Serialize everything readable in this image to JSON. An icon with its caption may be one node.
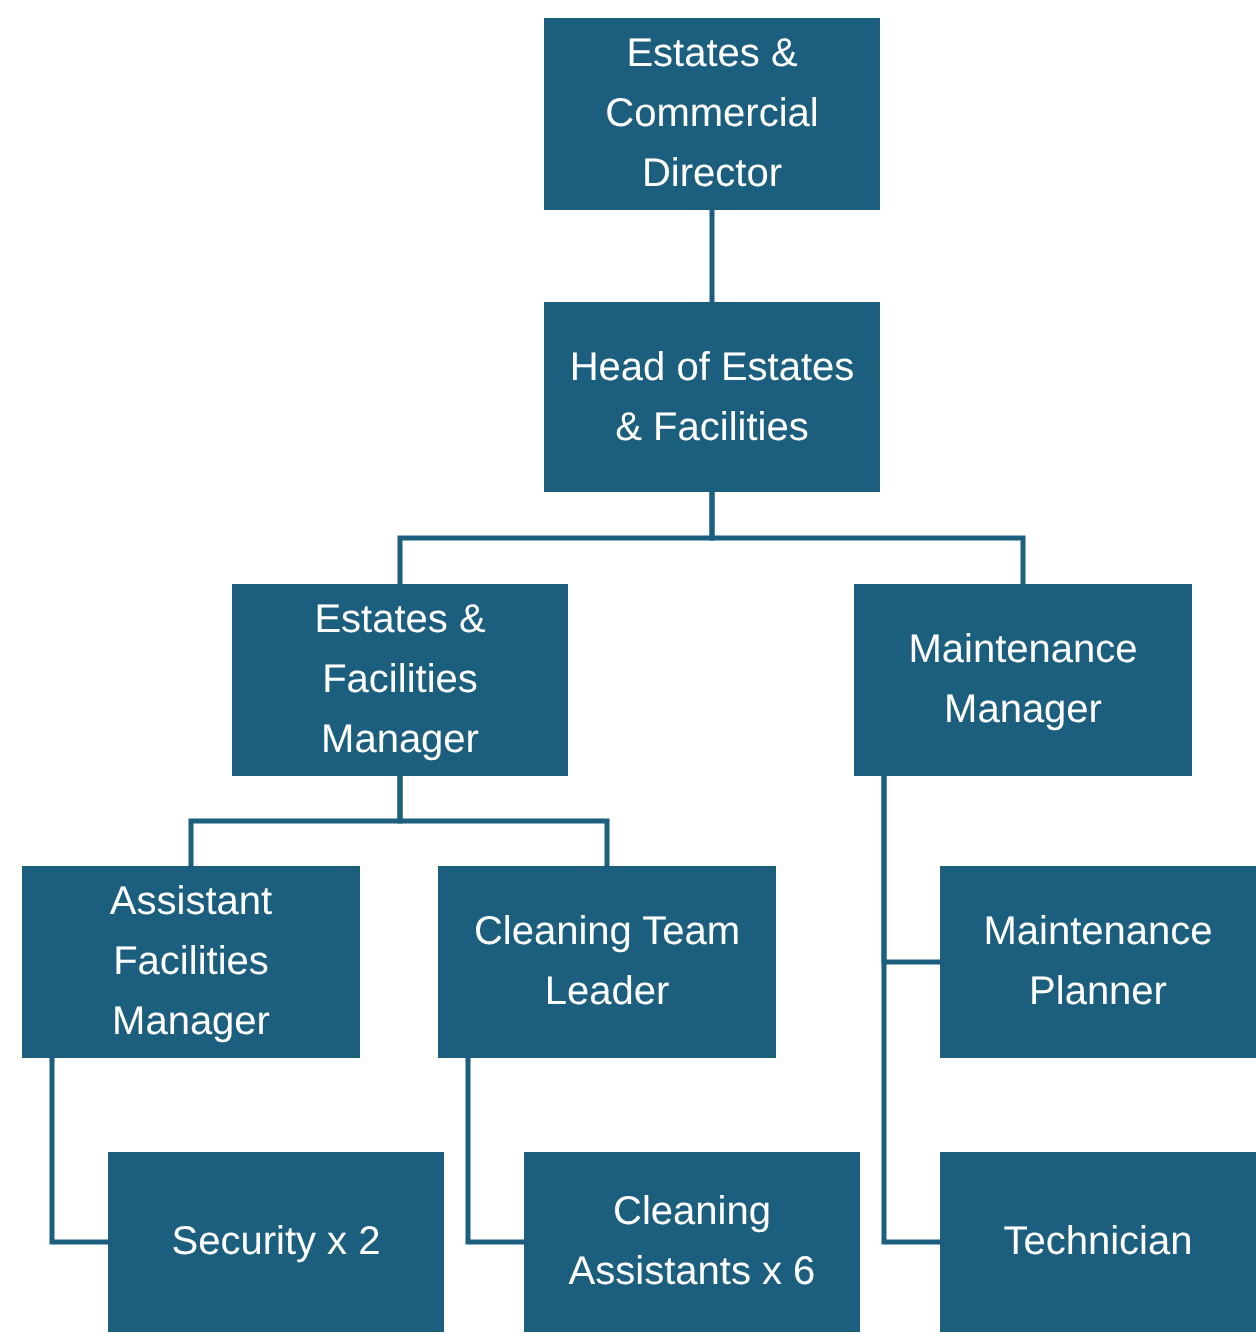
{
  "diagram": {
    "nodes": [
      {
        "text": [
          "Estates & Commercial Director"
        ]
      },
      {
        "text": [
          "Head of Estates & Facilities"
        ]
      },
      {
        "text": [
          "Estates & Facilities Manager"
        ]
      },
      {
        "text": [
          "Maintenance Manager"
        ]
      },
      {
        "text": [
          "Assistant Facilities Manager"
        ]
      },
      {
        "text": [
          "Cleaning Team Leader"
        ]
      },
      {
        "text": [
          "Security x 2"
        ]
      },
      {
        "text": [
          "Cleaning Assistants x 6"
        ]
      },
      {
        "text": [
          "Maintenance Planner"
        ]
      },
      {
        "text": [
          "Technician"
        ]
      }
    ],
    "edges": [
      {
        "from": 0,
        "to": 1,
        "arrow": "none"
      },
      {
        "from": 1,
        "to": 2,
        "arrow": "none"
      },
      {
        "from": 1,
        "to": 3,
        "arrow": "none"
      },
      {
        "from": 2,
        "to": 4,
        "arrow": "none"
      },
      {
        "from": 2,
        "to": 5,
        "arrow": "none"
      },
      {
        "from": 4,
        "to": 6,
        "arrow": "none"
      },
      {
        "from": 5,
        "to": 7,
        "arrow": "none"
      },
      {
        "from": 3,
        "to": 8,
        "arrow": "none"
      },
      {
        "from": 3,
        "to": 9,
        "arrow": "none"
      }
    ]
  }
}
